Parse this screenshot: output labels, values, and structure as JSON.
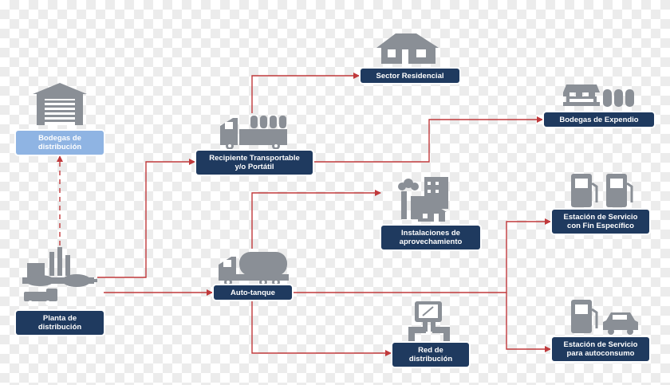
{
  "colors": {
    "node_dark": "#1f3a5f",
    "node_light": "#8fb4e3",
    "arrow": "#c0393b",
    "icon": "#8a8f96"
  },
  "nodes": {
    "bodegas_distribucion": {
      "line1": "Bodegas de",
      "line2": "distribución"
    },
    "planta_distribucion": {
      "line1": "Planta de",
      "line2": "distribución"
    },
    "recipiente": {
      "line1": "Recipiente Transportable",
      "line2": "y/o Portátil"
    },
    "sector_residencial": {
      "line1": "Sector Residencial"
    },
    "bodegas_expendio": {
      "line1": "Bodegas de Expendio"
    },
    "instalaciones": {
      "line1": "Instalaciones de",
      "line2": "aprovechamiento"
    },
    "auto_tanque": {
      "line1": "Auto-tanque"
    },
    "estacion_fin": {
      "line1": "Estación de Servicio",
      "line2": "con Fin Específico"
    },
    "red_distribucion": {
      "line1": "Red de",
      "line2": "distribución"
    },
    "estacion_auto": {
      "line1": "Estación de Servicio",
      "line2": "para autoconsumo"
    }
  },
  "icons": [
    "warehouse-icon",
    "factory-plant-icon",
    "cylinder-truck-icon",
    "house-icon",
    "market-stall-icon",
    "buildings-icon",
    "tanker-truck-icon",
    "fuel-pumps-icon",
    "pipeline-meter-icon",
    "fuel-pump-car-icon"
  ]
}
